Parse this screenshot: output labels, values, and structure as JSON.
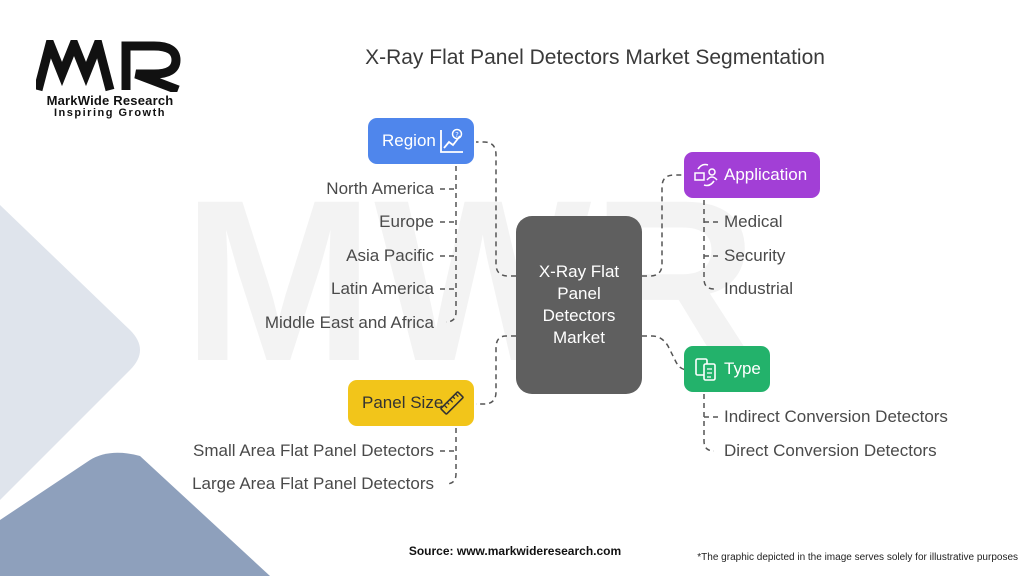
{
  "brand": {
    "logo_text": "MWR",
    "name": "MarkWide Research",
    "tagline": "Inspiring Growth"
  },
  "title": "X-Ray Flat Panel Detectors Market Segmentation",
  "center": {
    "label": "X-Ray Flat Panel Detectors Market",
    "color": "#5f5f5f"
  },
  "segments": {
    "region": {
      "label": "Region",
      "color": "#4f86ec",
      "icon": "chart-trend-icon",
      "items": [
        "North America",
        "Europe",
        "Asia Pacific",
        "Latin America",
        "Middle East and Africa"
      ]
    },
    "application": {
      "label": "Application",
      "color": "#a23fd6",
      "icon": "user-exchange-icon",
      "items": [
        "Medical",
        "Security",
        "Industrial"
      ]
    },
    "type": {
      "label": "Type",
      "color": "#23b26b",
      "icon": "documents-icon",
      "items": [
        "Indirect Conversion Detectors",
        "Direct Conversion Detectors"
      ]
    },
    "panel_size": {
      "label": "Panel Size",
      "color": "#f2c51a",
      "icon": "ruler-icon",
      "items": [
        "Small Area Flat Panel Detectors",
        "Large Area Flat Panel Detectors"
      ]
    }
  },
  "footer": {
    "source": "Source: www.markwideresearch.com",
    "note": "*The graphic depicted in the image serves solely for illustrative purposes"
  }
}
